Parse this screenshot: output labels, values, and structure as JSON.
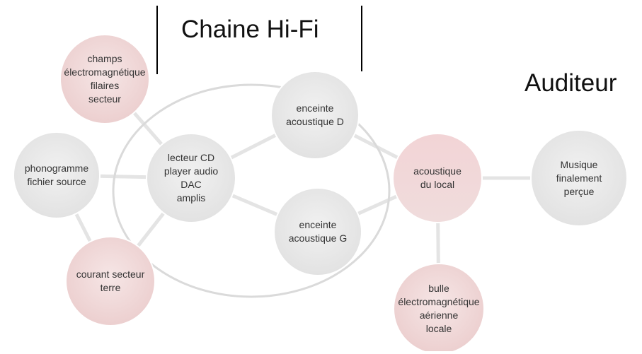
{
  "headings": {
    "hifi": "Chaine Hi-Fi",
    "listener": "Auditeur"
  },
  "nodes": [
    {
      "id": "champs",
      "label": "champs\nélectromagnétique\nfilaires\nsecteur",
      "tone": "pink"
    },
    {
      "id": "phono",
      "label": "phonogramme\nfichier source",
      "tone": "grey"
    },
    {
      "id": "courant",
      "label": "courant secteur\nterre",
      "tone": "pink"
    },
    {
      "id": "lecteur",
      "label": "lecteur CD\nplayer audio\nDAC\namplis",
      "tone": "grey"
    },
    {
      "id": "enceinteD",
      "label": "enceinte\nacoustique D",
      "tone": "grey"
    },
    {
      "id": "enceinteG",
      "label": "enceinte\nacoustique G",
      "tone": "grey"
    },
    {
      "id": "acoustique",
      "label": "acoustique\ndu local",
      "tone": "pink"
    },
    {
      "id": "musique",
      "label": "Musique\nfinalement\nperçue",
      "tone": "grey"
    },
    {
      "id": "bulle",
      "label": "bulle\nélectromagnétique\naérienne\nlocale",
      "tone": "pink"
    }
  ],
  "edges": [
    [
      "champs",
      "lecteur"
    ],
    [
      "phono",
      "lecteur"
    ],
    [
      "courant",
      "lecteur"
    ],
    [
      "phono",
      "courant"
    ],
    [
      "lecteur",
      "enceinteD"
    ],
    [
      "lecteur",
      "enceinteG"
    ],
    [
      "enceinteD",
      "acoustique"
    ],
    [
      "enceinteG",
      "acoustique"
    ],
    [
      "acoustique",
      "musique"
    ],
    [
      "acoustique",
      "bulle"
    ]
  ],
  "colors": {
    "grey_node": "#e9e9e9",
    "pink_node": "#f2dede",
    "edge": "#e4e4e4",
    "ring": "#dcdcdc",
    "bracket": "#000000",
    "text": "#333333"
  }
}
